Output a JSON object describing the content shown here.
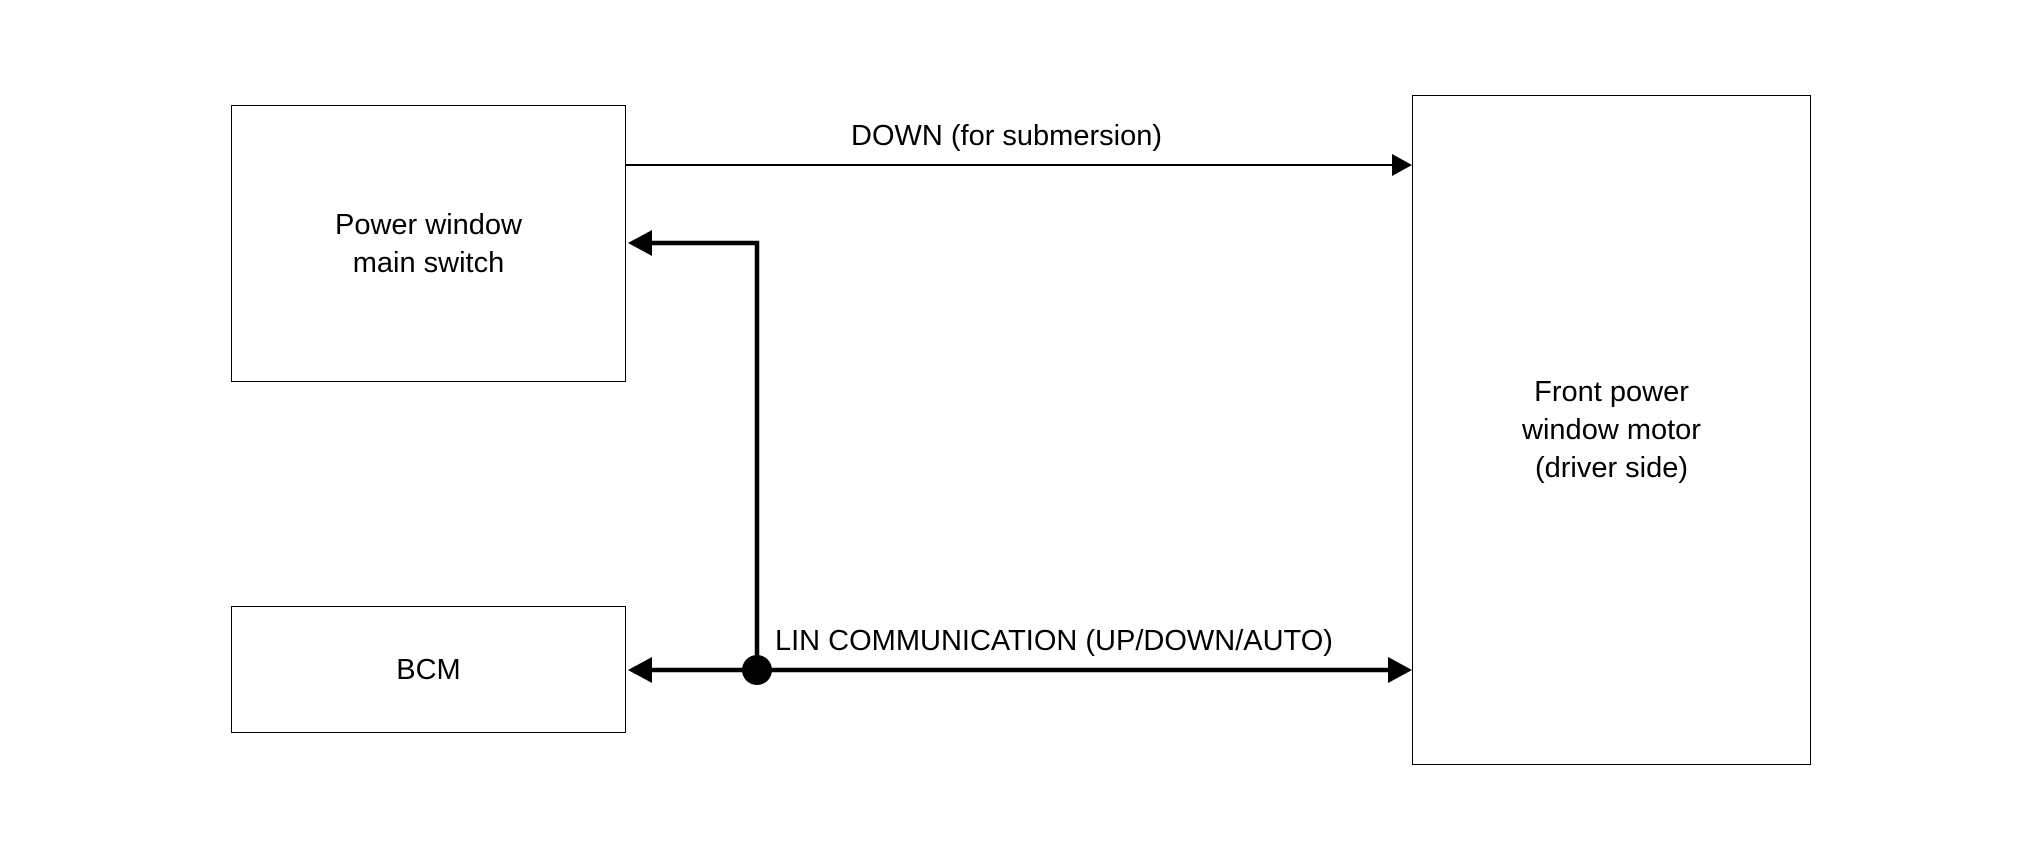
{
  "blocks": {
    "switch": {
      "line1": "Power window",
      "line2": "main switch"
    },
    "bcm": {
      "label": "BCM"
    },
    "motor": {
      "line1": "Front power",
      "line2": "window motor",
      "line3": "(driver side)"
    }
  },
  "signals": {
    "down": "DOWN (for submersion)",
    "lin": "LIN COMMUNICATION (UP/DOWN/AUTO)"
  }
}
